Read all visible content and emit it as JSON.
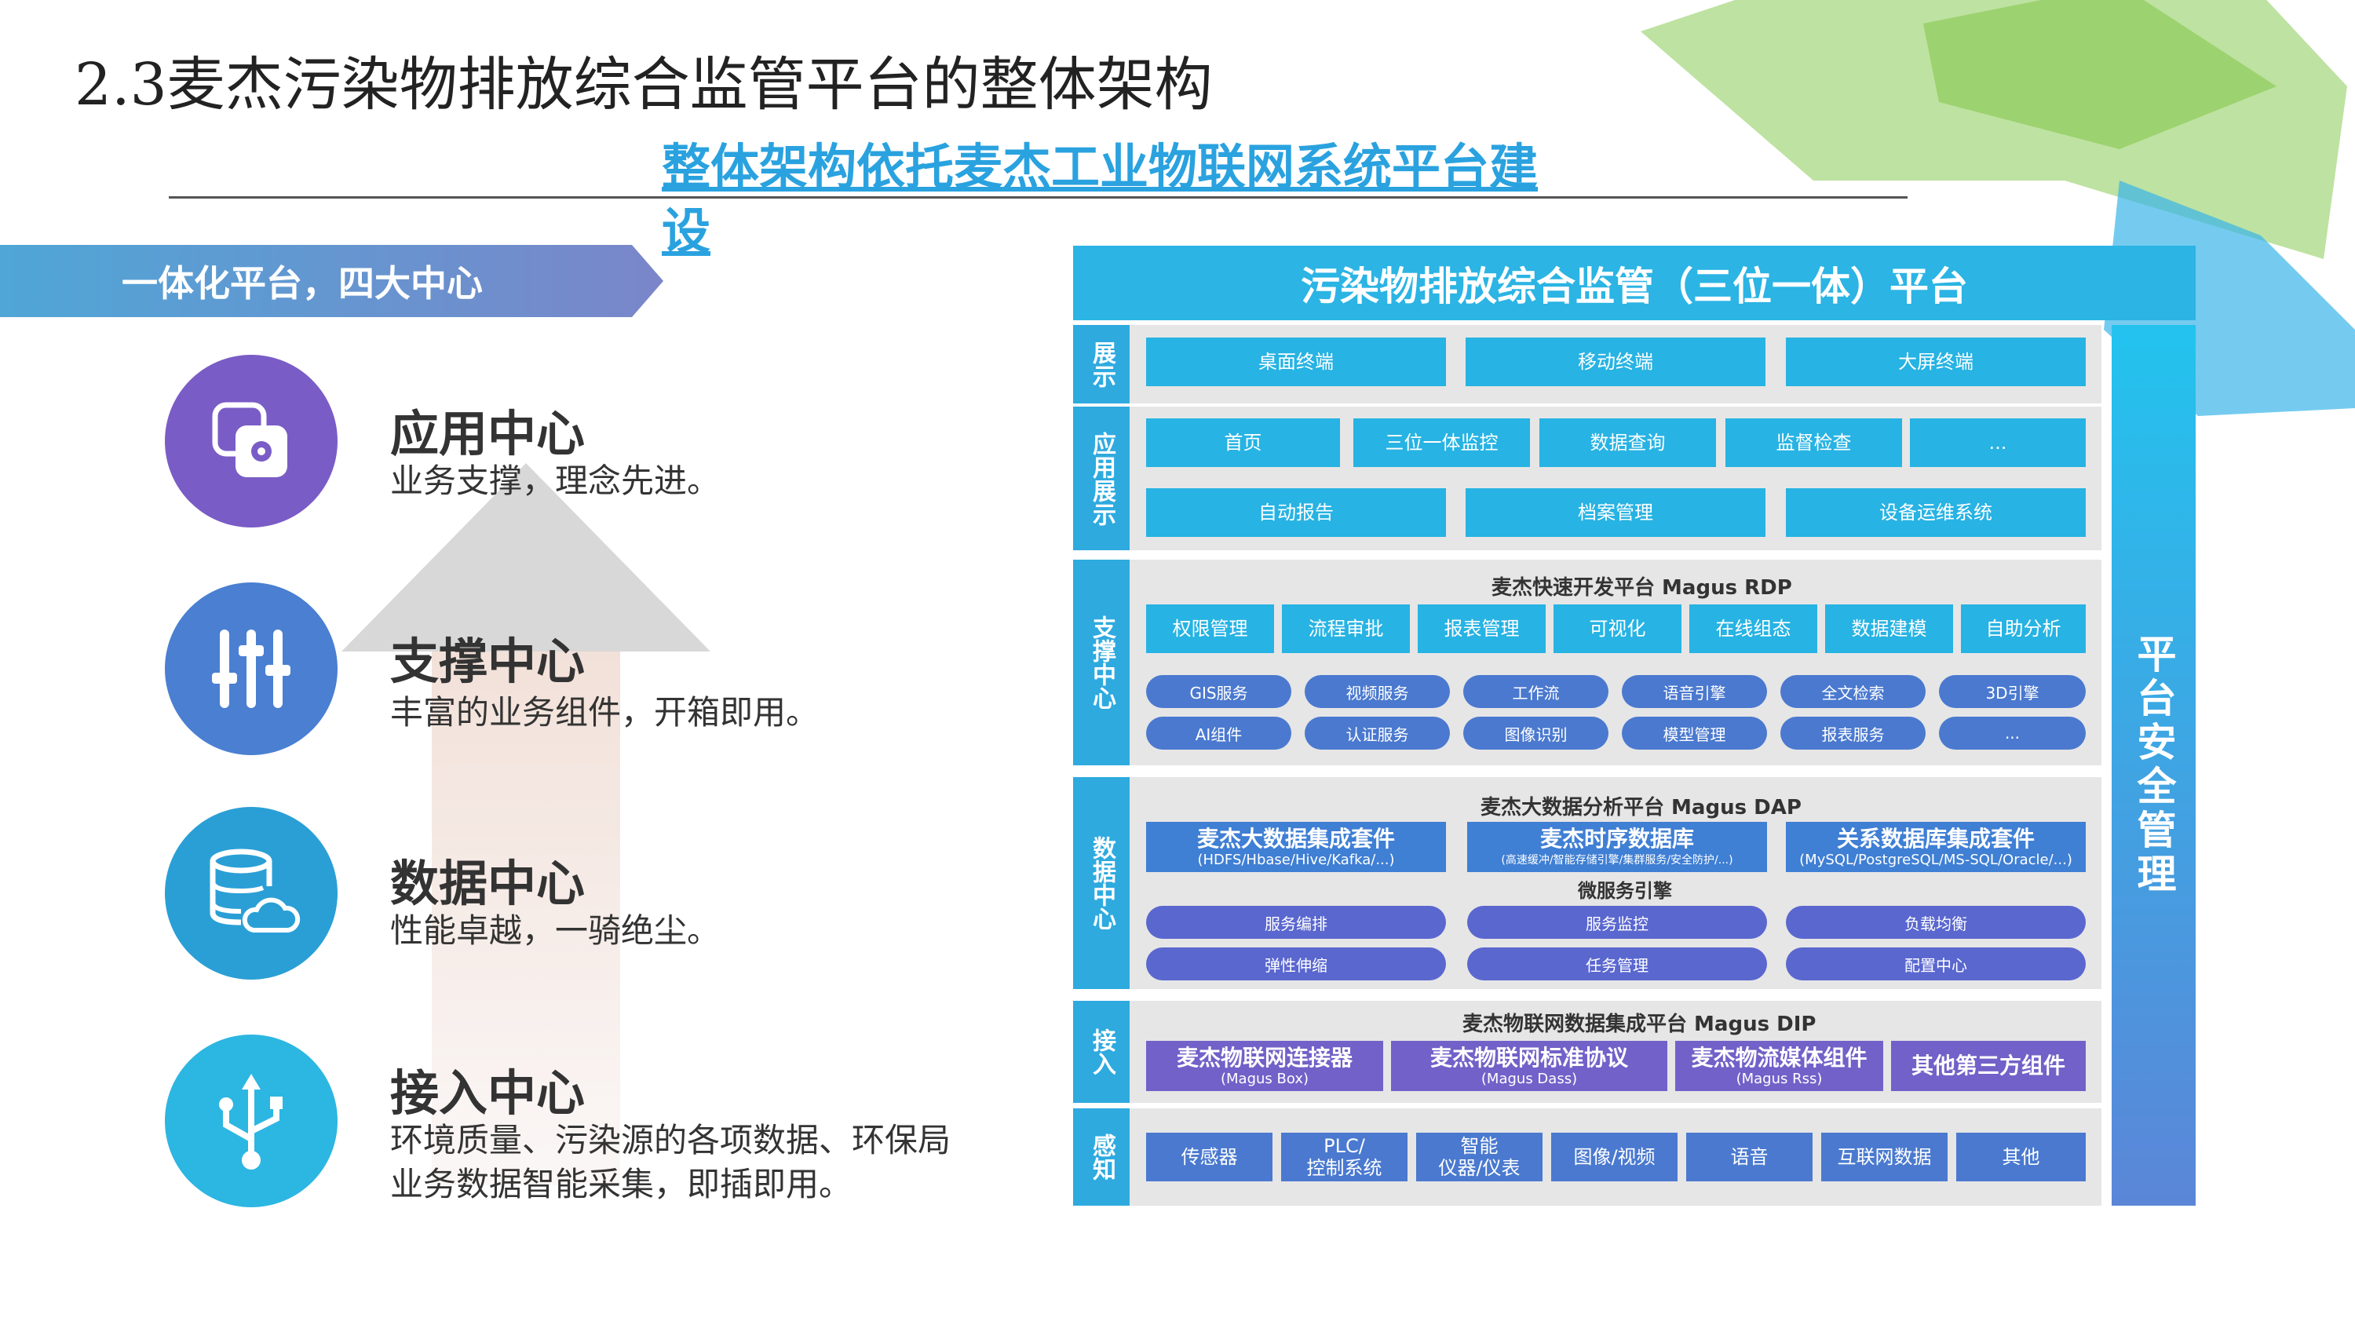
{
  "header": {
    "title": "2.3麦杰污染物排放综合监管平台的整体架构",
    "subtitle": "整体架构依托麦杰工业物联网系统平台建设"
  },
  "left": {
    "banner": "一体化平台，四大中心",
    "centers": [
      {
        "title": "应用中心",
        "desc": "业务支撑，理念先进。",
        "icon": "apps-gear-icon",
        "color": "#7a5cc6"
      },
      {
        "title": "支撑中心",
        "desc": "丰富的业务组件，开箱即用。",
        "icon": "sliders-icon",
        "color": "#4a7fd2"
      },
      {
        "title": "数据中心",
        "desc": "性能卓越，一骑绝尘。",
        "icon": "database-cloud-icon",
        "color": "#2a9fd6"
      },
      {
        "title": "接入中心",
        "desc": "环境质量、污染源的各项数据、环保局业务数据智能采集，即插即用。",
        "icon": "usb-icon",
        "color": "#2cb6e2"
      }
    ]
  },
  "arch": {
    "title": "污染物排放综合监管（三位一体）平台",
    "security": "平台安全管理",
    "display": {
      "label": "展示",
      "items": [
        "桌面终端",
        "移动终端",
        "大屏终端"
      ]
    },
    "app": {
      "label": "应用展示",
      "row1": [
        "首页",
        "三位一体监控",
        "数据查询",
        "监督检查",
        "..."
      ],
      "row2": [
        "自动报告",
        "档案管理",
        "设备运维系统"
      ]
    },
    "support": {
      "label": "支撑中心",
      "title": "麦杰快速开发平台 Magus RDP",
      "tiles": [
        "权限管理",
        "流程审批",
        "报表管理",
        "可视化",
        "在线组态",
        "数据建模",
        "自助分析"
      ],
      "pills1": [
        "GIS服务",
        "视频服务",
        "工作流",
        "语音引擎",
        "全文检索",
        "3D引擎"
      ],
      "pills2": [
        "AI组件",
        "认证服务",
        "图像识别",
        "模型管理",
        "报表服务",
        "..."
      ]
    },
    "data": {
      "label": "数据中心",
      "title": "麦杰大数据分析平台 Magus DAP",
      "boxes": [
        {
          "title": "麦杰大数据集成套件",
          "sub": "(HDFS/Hbase/Hive/Kafka/...)"
        },
        {
          "title": "麦杰时序数据库",
          "sub": "(高速缓冲/智能存储引擎/集群服务/安全防护/...)"
        },
        {
          "title": "关系数据库集成套件",
          "sub": "(MySQL/PostgreSQL/MS-SQL/Oracle/...)"
        }
      ],
      "micro": "微服务引擎",
      "pills1": [
        "服务编排",
        "服务监控",
        "负载均衡"
      ],
      "pills2": [
        "弹性伸缩",
        "任务管理",
        "配置中心"
      ]
    },
    "access": {
      "label": "接入",
      "title": "麦杰物联网数据集成平台 Magus DIP",
      "boxes": [
        {
          "title": "麦杰物联网连接器",
          "sub": "(Magus Box)"
        },
        {
          "title": "麦杰物联网标准协议",
          "sub": "(Magus Dass)"
        },
        {
          "title": "麦杰物流媒体组件",
          "sub": "(Magus Rss)"
        },
        {
          "title": "其他第三方组件",
          "sub": ""
        }
      ]
    },
    "sense": {
      "label": "感知",
      "items": [
        "传感器",
        "PLC/\n控制系统",
        "智能\n仪器/仪表",
        "图像/视频",
        "语音",
        "互联网数据",
        "其他"
      ]
    }
  }
}
